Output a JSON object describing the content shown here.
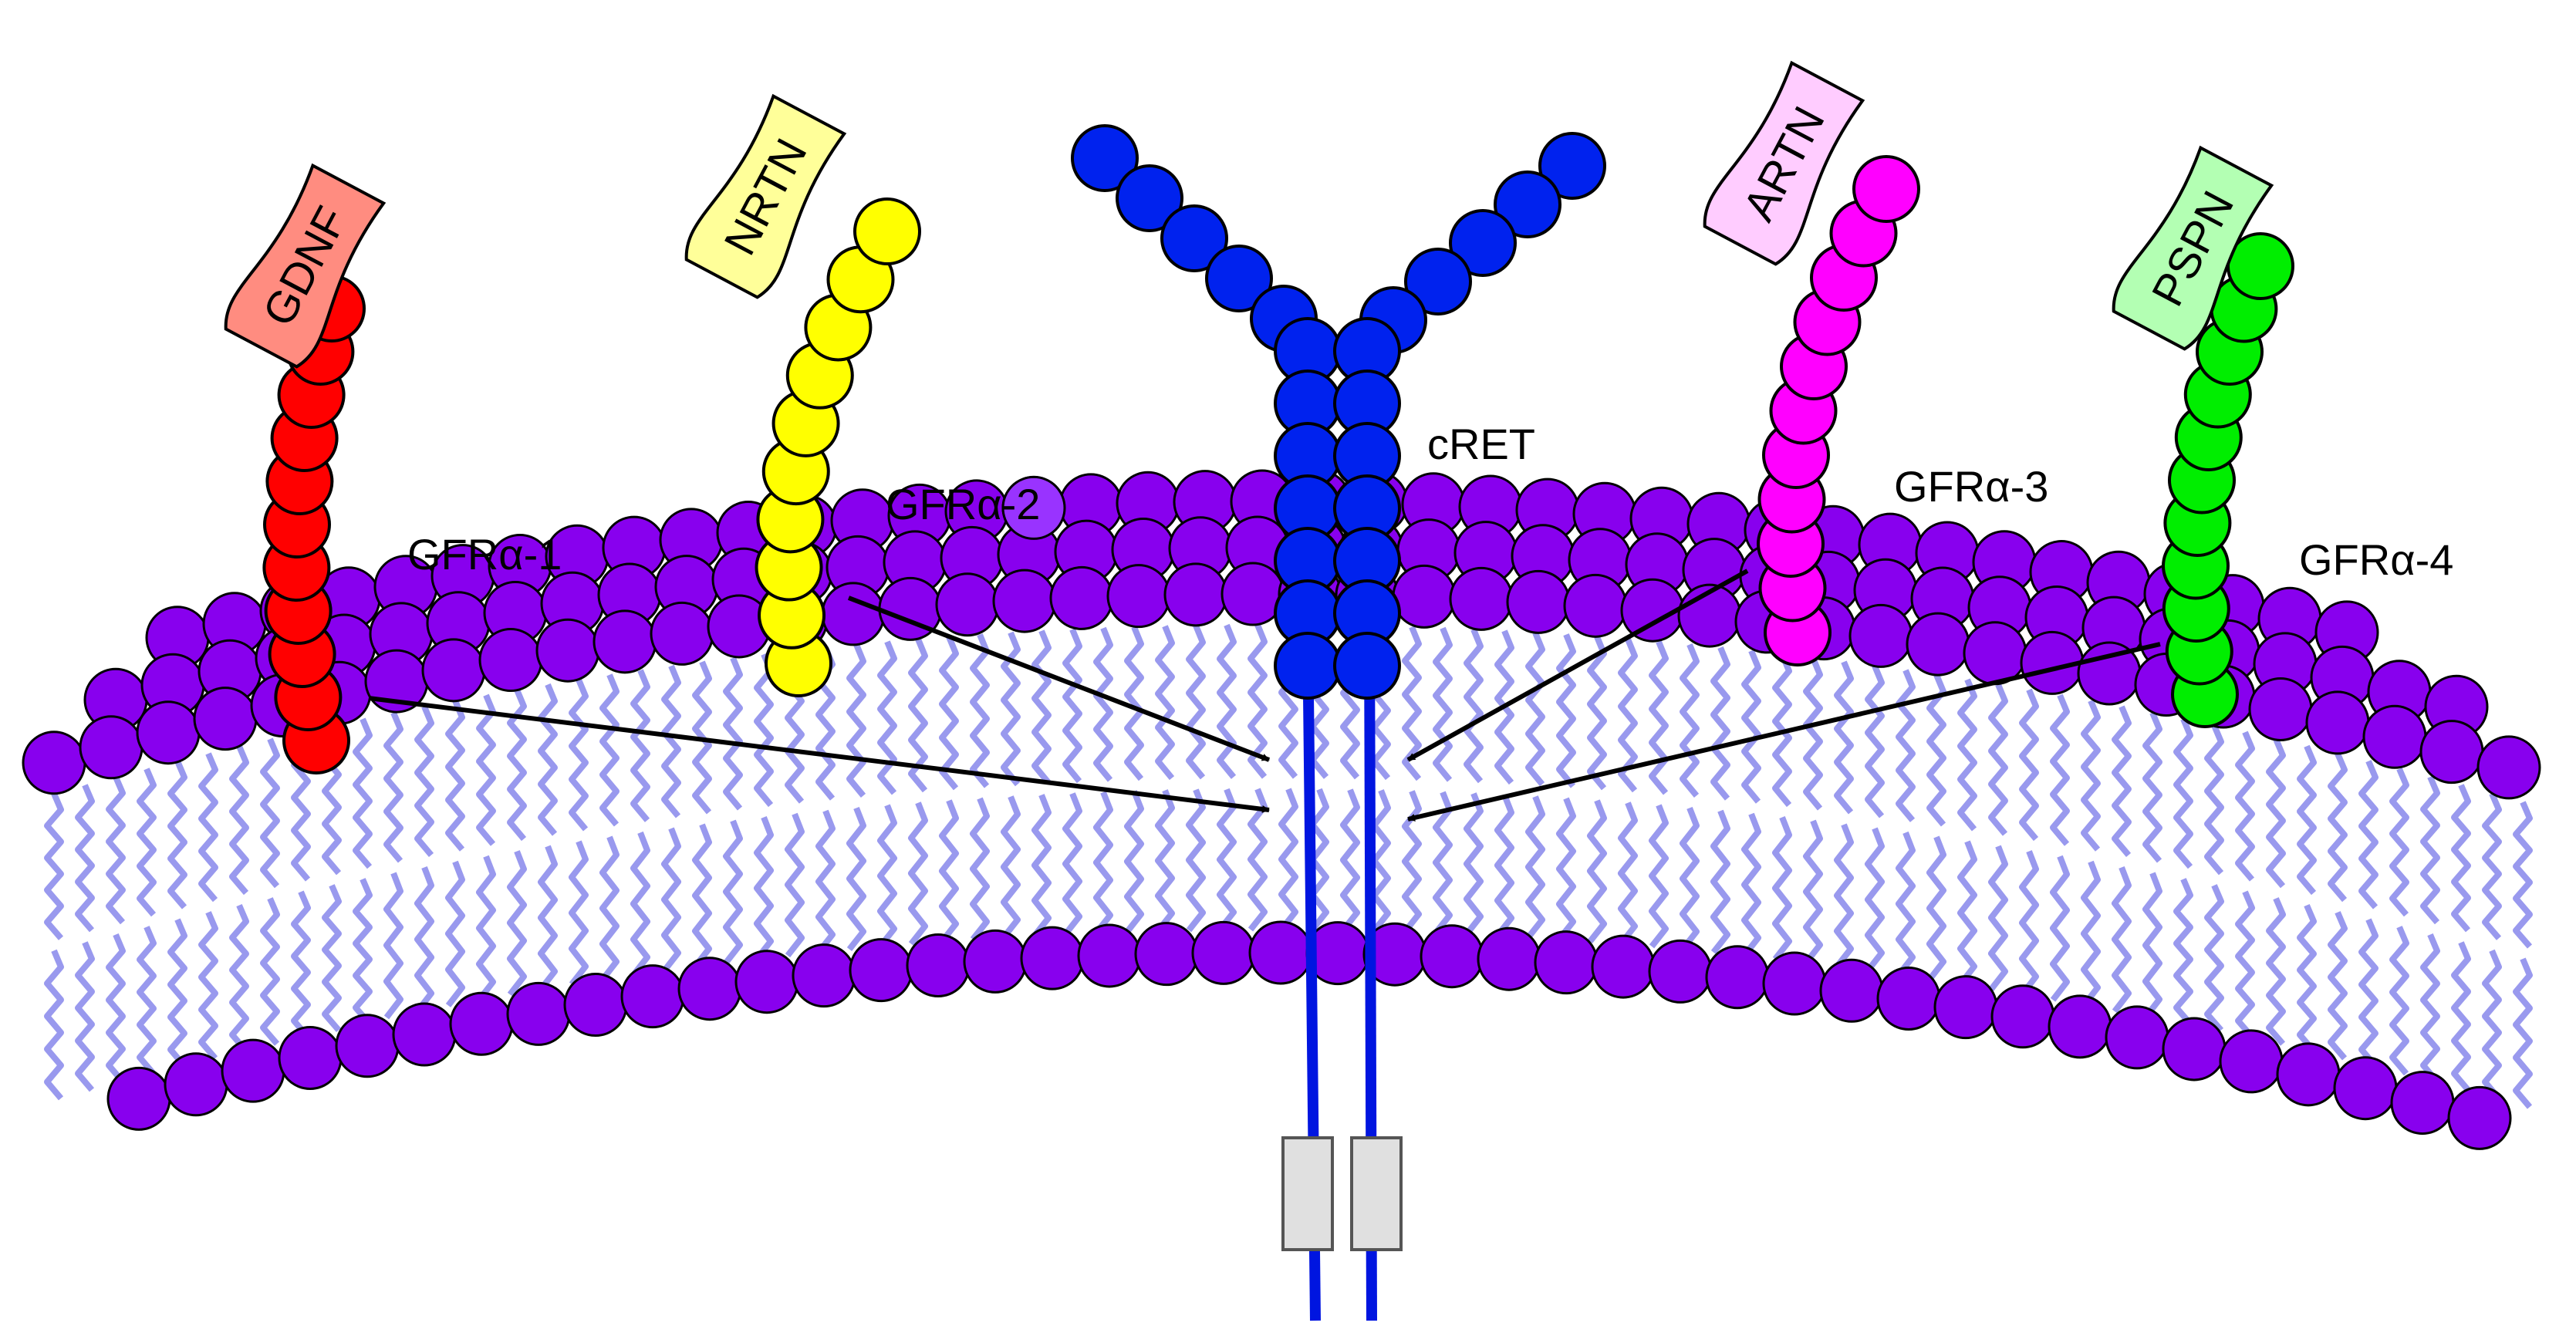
{
  "receptor": {
    "label": "cRET",
    "color": "#0022ee",
    "transmembrane_color": "#0015e0",
    "kinase_box_color": "#e0e0e0"
  },
  "coreceptors": [
    {
      "label": "GFRα-1",
      "ligand": "GDNF",
      "bead_color": "#ff0000",
      "flag_color": "#ff8c80"
    },
    {
      "label": "GFRα-2",
      "ligand": "NRTN",
      "bead_color": "#ffff00",
      "flag_color": "#ffff99"
    },
    {
      "label": "GFRα-3",
      "ligand": "ARTN",
      "bead_color": "#ff00ff",
      "flag_color": "#ffccff"
    },
    {
      "label": "GFRα-4",
      "ligand": "PSPN",
      "bead_color": "#00ee00",
      "flag_color": "#b3ffb3"
    }
  ],
  "membrane": {
    "head_color": "#8800ee",
    "tail_color": "#9999ee"
  }
}
